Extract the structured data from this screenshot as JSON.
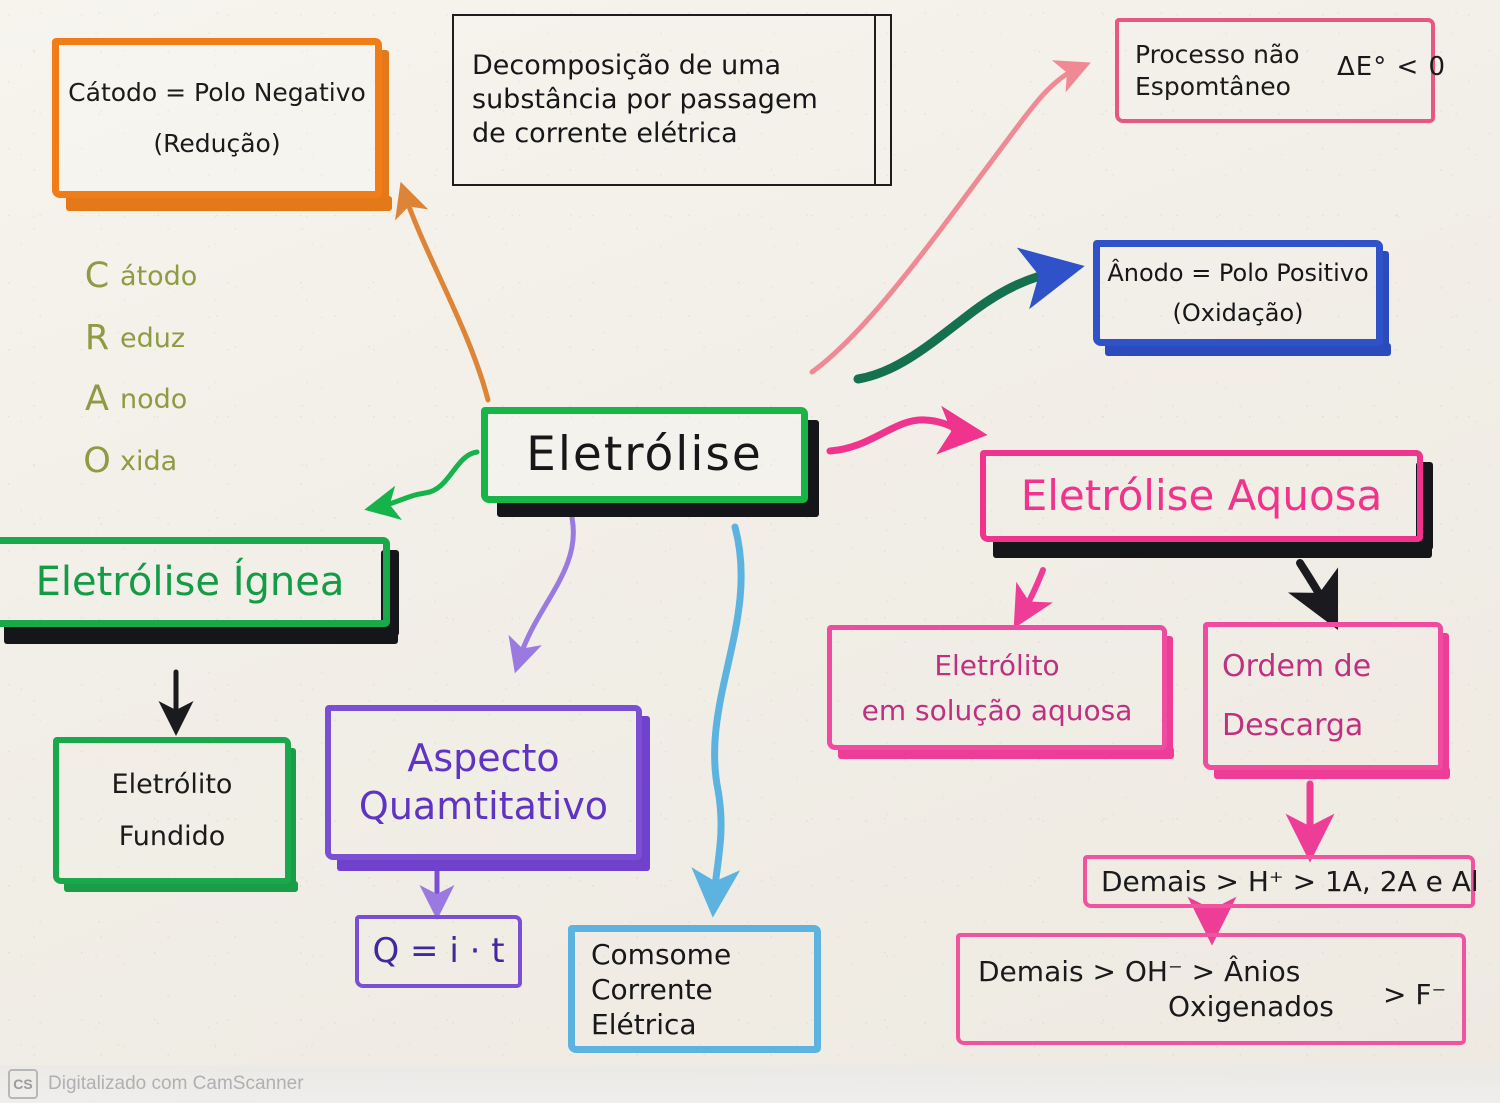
{
  "page": {
    "title": "Eletrolise - mapa mental",
    "background_color": "#f3f0ea"
  },
  "definition": {
    "line1": "Decomposição de uma",
    "line2": "substância por passagem",
    "line3": "de corrente elétrica",
    "color": "#17171a"
  },
  "cathode": {
    "line1": "Cátodo = Polo Negativo",
    "line2": "(Redução)",
    "border_color": "#f07d17"
  },
  "crao": {
    "letters": [
      "C",
      "R",
      "A",
      "O"
    ],
    "words": [
      "átodo",
      "eduz",
      "nodo",
      "xida"
    ],
    "color": "#8d9c43"
  },
  "non_spontaneous": {
    "line1": "Processo não",
    "line2": "Espomtâneo",
    "delta": "ΔE° < 0",
    "border_color": "#e8577f"
  },
  "anode": {
    "line1": "Ânodo = Polo Positivo",
    "line2": "(Oxidação)",
    "border_color": "#2f52c9"
  },
  "central": {
    "label": "Eletrólise",
    "border_color": "#18b447"
  },
  "ignea": {
    "label": "Eletrólise Ígnea",
    "color": "#139c45",
    "child": {
      "line1": "Eletrólito",
      "line2": "Fundido"
    }
  },
  "aspecto": {
    "line1": "Aspecto",
    "line2": "Quamtitativo",
    "color": "#5f34c2",
    "formula": "Q = i · t"
  },
  "consome": {
    "line1": "Comsome",
    "line2": "Corrente",
    "line3": "Elétrica",
    "border_color": "#5cb3e0"
  },
  "aquosa": {
    "label": "Eletrólise Aquosa",
    "color": "#f0338c",
    "eletrolito": {
      "line1": "Eletrólito",
      "line2": "em solução aquosa"
    },
    "ordem": {
      "line1": "Ordem de",
      "line2": "Descarga"
    },
    "cations": "Demais > H⁺ > 1A, 2A e Al",
    "anions_line1": "Demais > OH⁻ > Ânios",
    "anions_line2": "Oxigenados",
    "anions_suffix": "> F⁻"
  },
  "watermark": {
    "badge": "CS",
    "text": "Digitalizado com CamScanner"
  }
}
